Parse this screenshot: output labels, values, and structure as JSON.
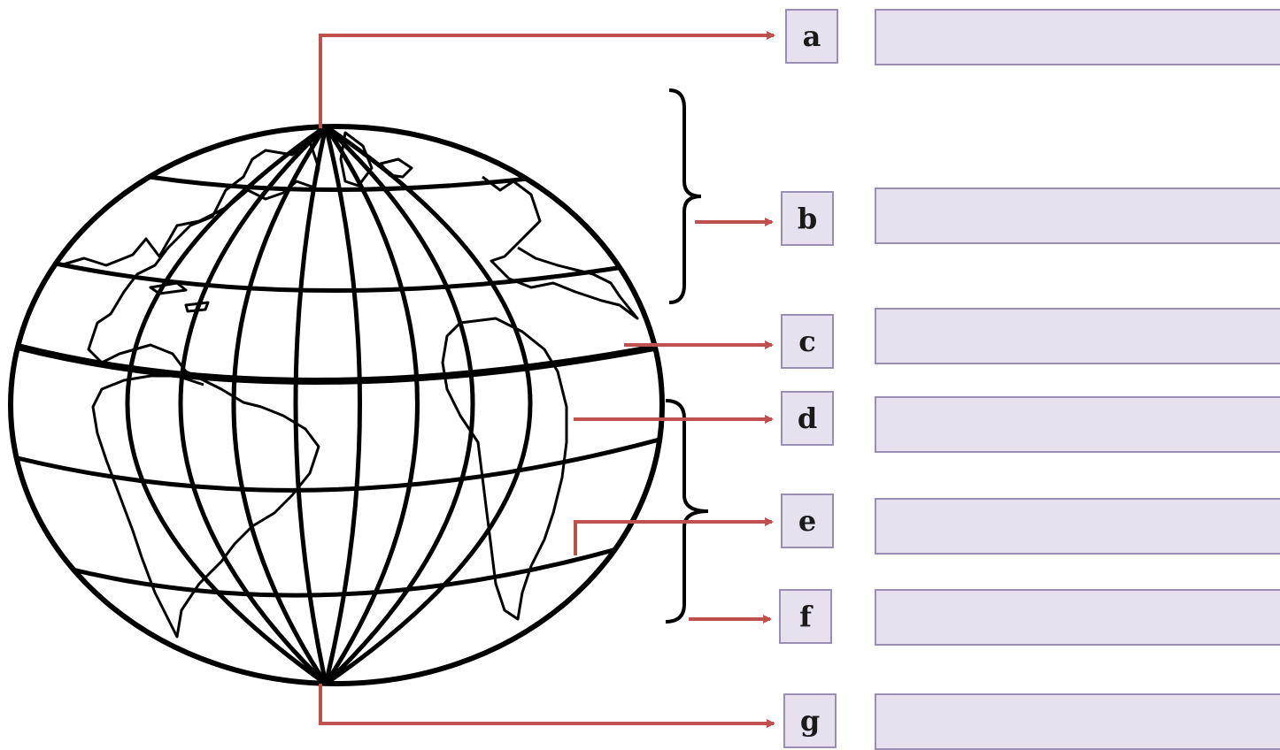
{
  "colors": {
    "arrow": "#c0504d",
    "box_fill": "#e6e0ef",
    "box_border": "#9a8fb2",
    "line": "#000000"
  },
  "labels": [
    {
      "id": "a",
      "letter": "a",
      "answer": ""
    },
    {
      "id": "b",
      "letter": "b",
      "answer": ""
    },
    {
      "id": "c",
      "letter": "c",
      "answer": ""
    },
    {
      "id": "d",
      "letter": "d",
      "answer": ""
    },
    {
      "id": "e",
      "letter": "e",
      "answer": ""
    },
    {
      "id": "f",
      "letter": "f",
      "answer": ""
    },
    {
      "id": "g",
      "letter": "g",
      "answer": ""
    }
  ]
}
